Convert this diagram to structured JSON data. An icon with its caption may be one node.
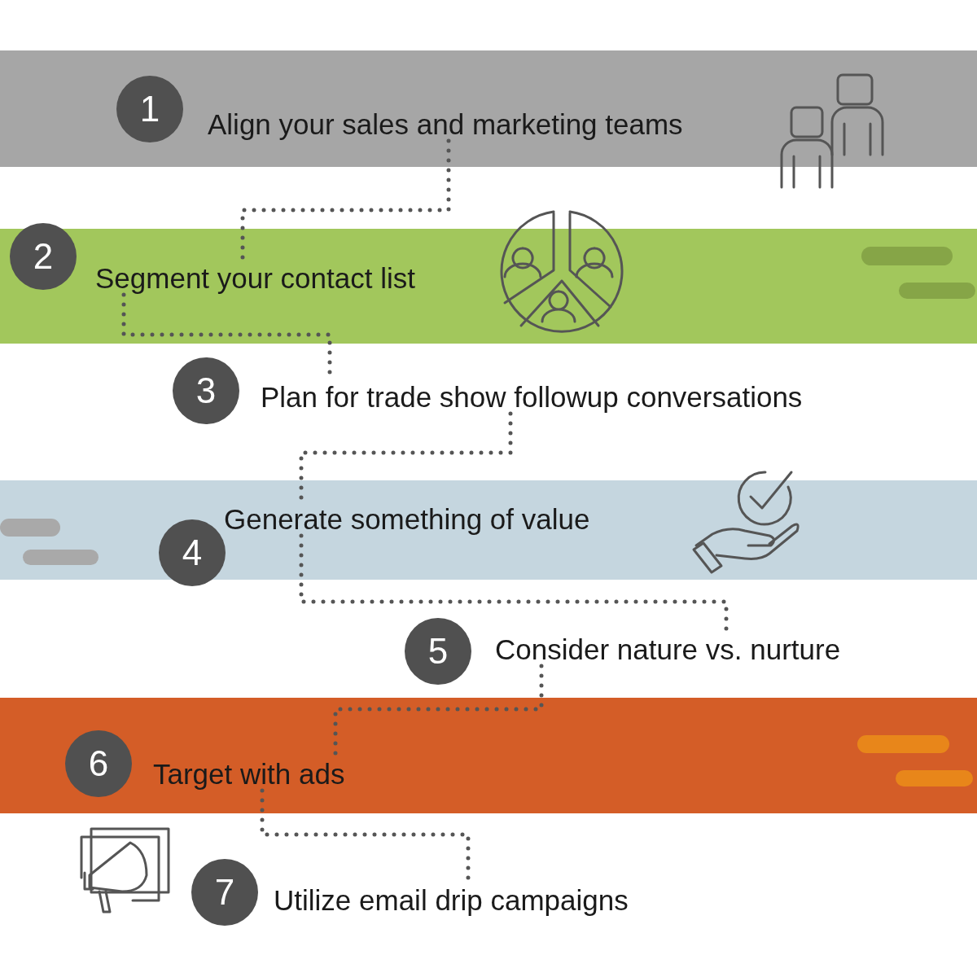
{
  "diagram": {
    "nodes": [
      {
        "text": [
          "1"
        ],
        "beside": [
          "Align your sales and marketing teams"
        ]
      },
      {
        "text": [
          "2"
        ],
        "beside": [
          "Segment your contact list"
        ]
      },
      {
        "text": [
          "3"
        ],
        "beside": [
          "Plan for trade show followup conversations"
        ]
      },
      {
        "text": [
          "4"
        ],
        "beside": [
          "Generate something of value"
        ]
      },
      {
        "text": [
          "5"
        ],
        "beside": [
          "Consider nature vs. nurture"
        ]
      },
      {
        "text": [
          "6"
        ],
        "beside": [
          "Target with ads"
        ]
      },
      {
        "text": [
          "7"
        ],
        "beside": [
          "Utilize email drip campaigns"
        ]
      }
    ],
    "edges": [
      {
        "from": 0,
        "to": 1,
        "arrow": "none",
        "style": "dashed"
      },
      {
        "from": 1,
        "to": 2,
        "arrow": "none",
        "style": "dashed"
      },
      {
        "from": 2,
        "to": 3,
        "arrow": "none",
        "style": "dashed"
      },
      {
        "from": 3,
        "to": 4,
        "arrow": "none",
        "style": "dashed"
      },
      {
        "from": 4,
        "to": 5,
        "arrow": "none",
        "style": "dashed"
      },
      {
        "from": 5,
        "to": 6,
        "arrow": "none",
        "style": "dashed"
      }
    ]
  }
}
